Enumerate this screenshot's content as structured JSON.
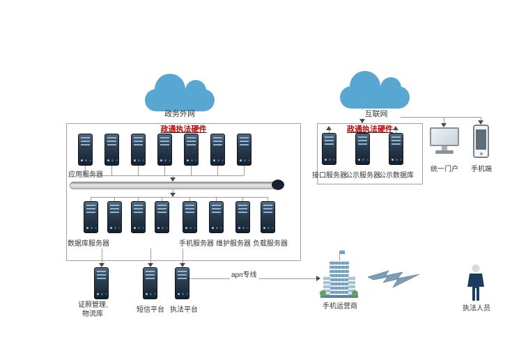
{
  "clouds": {
    "gov_network": "政务外网",
    "internet": "互联网"
  },
  "hardware_boxes": {
    "left_title": "政通执法硬件",
    "right_title": "政通执法硬件"
  },
  "server_labels": {
    "app": "应用服务器",
    "db": "数据库服务器",
    "phone": "手机服务器",
    "maintenance": "维护服务器",
    "load": "负载服务器",
    "cert_line1": "证照管理,",
    "cert_line2": "物流库",
    "sms": "短信平台",
    "law": "执法平台",
    "interface": "接口服务器",
    "publicity": "公示服务器",
    "publicity_db": "公示数据库"
  },
  "endpoints": {
    "portal": "统一门户",
    "mobile": "手机端",
    "operator": "手机运营商",
    "officer": "执法人员"
  },
  "connections": {
    "apn": "apn专线"
  },
  "colors": {
    "cloud": "#58a7d2",
    "title_red": "#c00000",
    "server_body": "#1d2b3a",
    "line_gray": "#9a9a9a",
    "lightning": "#7d9cb5"
  }
}
